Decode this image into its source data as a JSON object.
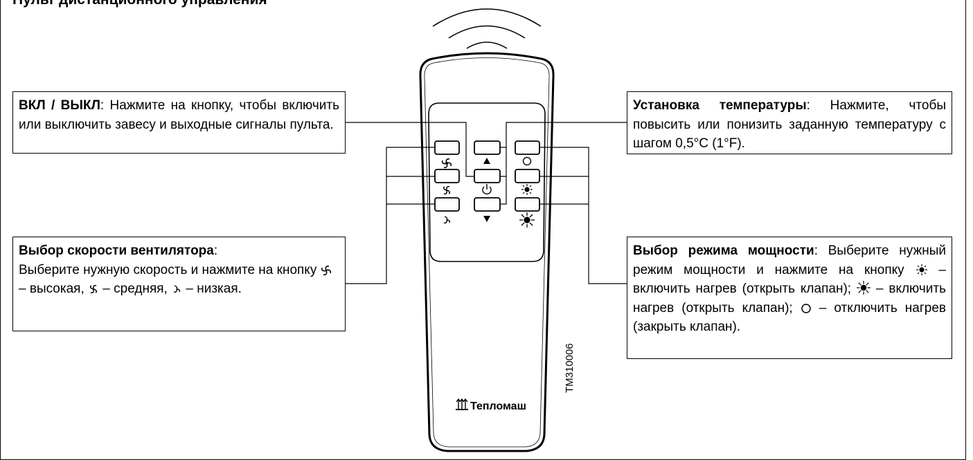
{
  "heading": "Пульт дистанционного управления",
  "tm_code": "TM310006",
  "brand": "Тепломаш",
  "callouts": {
    "power": {
      "title": "ВКЛ / ВЫКЛ",
      "text": ": Нажмите на кнопку, чтобы включить или выключить завесу и выходные сигналы пульта."
    },
    "temperature": {
      "title": "Установка температуры",
      "text": ": Нажмите, чтобы повысить или понизить заданную температуру с шагом 0,5°C (1°F)."
    },
    "fan": {
      "title": "Выбор скорости вентилятора",
      "line1": ":",
      "line2": "Выберите нужную скорость и нажмите на кнопку",
      "high": " – высокая,",
      "mid": " – средняя,",
      "low": " – низкая."
    },
    "power_mode": {
      "title": "Выбор режима мощности",
      "intro": ": Выберите нужный режим мощности и нажмите на кнопку",
      "heat1": " – включить нагрев (открыть клапан);",
      "heat2": " – включить нагрев (открыть клапан);",
      "off": " – отключить нагрев (закрыть клапан)."
    }
  },
  "icons": {
    "fan_high": "fan-high-icon",
    "fan_mid": "fan-medium-icon",
    "fan_low": "fan-low-icon",
    "up": "arrow-up-icon",
    "power": "power-icon",
    "down": "arrow-down-icon",
    "off": "circle-off-icon",
    "heat_small": "sun-small-icon",
    "heat_large": "sun-large-icon"
  }
}
